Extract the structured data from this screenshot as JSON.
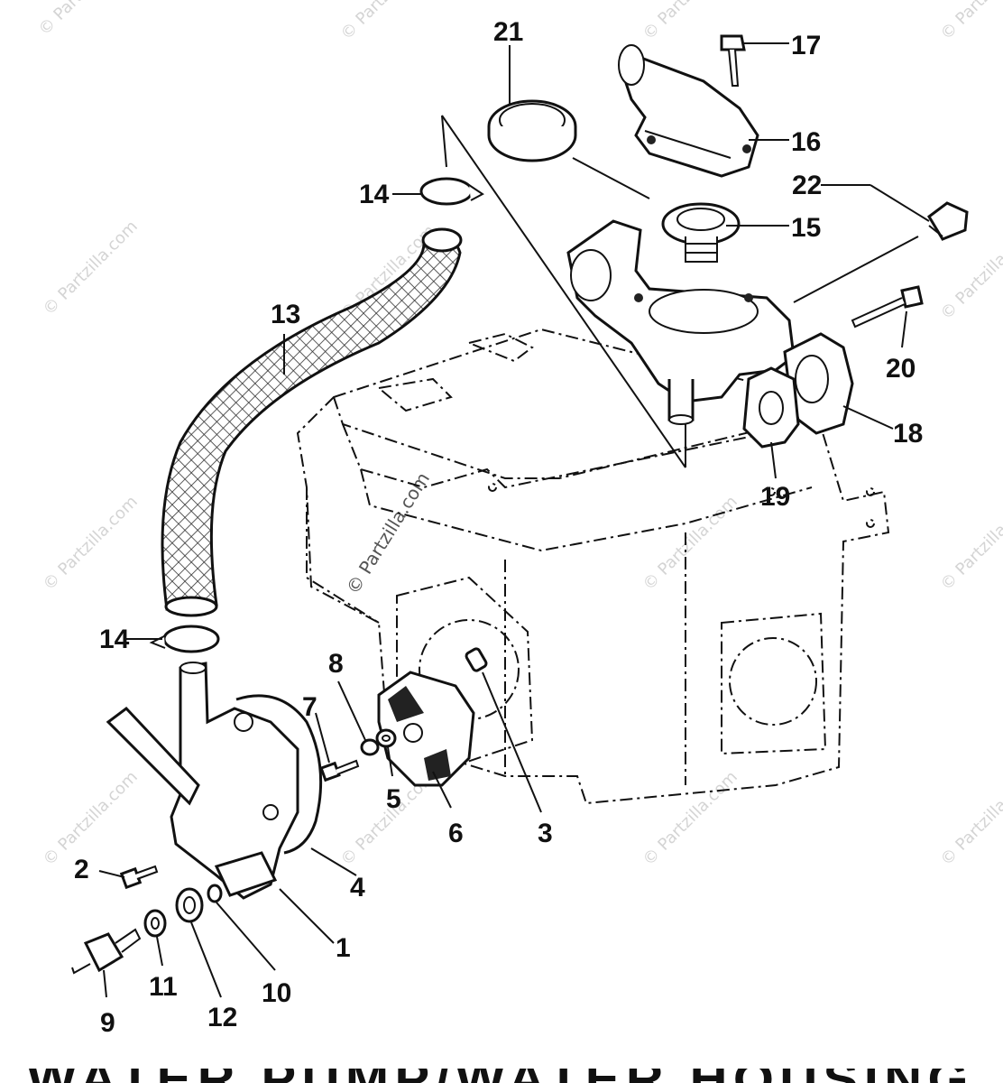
{
  "watermark_text": "© Partzilla.com",
  "title_partial": "WATER PUMP/WATER HOUSING",
  "callouts": [
    {
      "id": "1",
      "label": "1"
    },
    {
      "id": "2",
      "label": "2"
    },
    {
      "id": "3",
      "label": "3"
    },
    {
      "id": "4",
      "label": "4"
    },
    {
      "id": "5",
      "label": "5"
    },
    {
      "id": "6",
      "label": "6"
    },
    {
      "id": "7",
      "label": "7"
    },
    {
      "id": "8",
      "label": "8"
    },
    {
      "id": "9",
      "label": "9"
    },
    {
      "id": "10",
      "label": "10"
    },
    {
      "id": "11",
      "label": "11"
    },
    {
      "id": "12",
      "label": "12"
    },
    {
      "id": "13",
      "label": "13"
    },
    {
      "id": "14a",
      "label": "14"
    },
    {
      "id": "14b",
      "label": "14"
    },
    {
      "id": "15",
      "label": "15"
    },
    {
      "id": "16",
      "label": "16"
    },
    {
      "id": "17",
      "label": "17"
    },
    {
      "id": "18",
      "label": "18"
    },
    {
      "id": "19",
      "label": "19"
    },
    {
      "id": "20",
      "label": "20"
    },
    {
      "id": "21",
      "label": "21"
    },
    {
      "id": "22",
      "label": "22"
    }
  ]
}
